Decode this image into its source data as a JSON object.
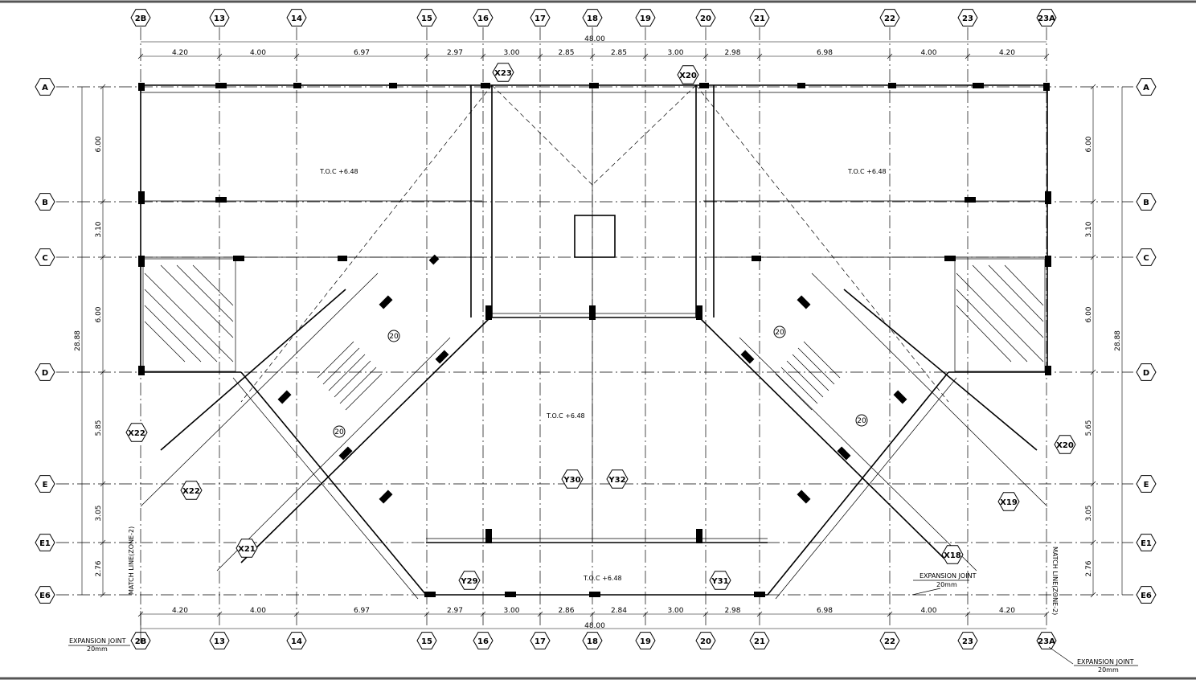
{
  "colors": {
    "line": "#000000",
    "background": "#ffffff",
    "frame": "#555555"
  },
  "grid_columns": [
    "2B",
    "13",
    "14",
    "15",
    "16",
    "17",
    "18",
    "19",
    "20",
    "21",
    "22",
    "23",
    "23A"
  ],
  "grid_rows": [
    "A",
    "B",
    "C",
    "D",
    "E",
    "E1",
    "E6"
  ],
  "dims_top": [
    "4.20",
    "4.00",
    "6.97",
    "2.97",
    "3.00",
    "2.85",
    "2.85",
    "3.00",
    "2.98",
    "6.98",
    "4.00",
    "4.20"
  ],
  "dims_bottom": [
    "4.20",
    "4.00",
    "6.97",
    "2.97",
    "3.00",
    "2.86",
    "2.84",
    "3.00",
    "2.98",
    "6.98",
    "4.00",
    "4.20"
  ],
  "overall_length": "48.00",
  "dims_left": [
    "6.00",
    "3.10",
    "6.00",
    "5.85",
    "3.05",
    "2.76"
  ],
  "dims_right": [
    "6.00",
    "3.10",
    "6.00",
    "5.65",
    "3.05",
    "2.76"
  ],
  "overall_height": "28.88",
  "markers": [
    "X23",
    "X20",
    "X22",
    "X22",
    "X21",
    "X20",
    "X19",
    "X18",
    "Y30",
    "Y32",
    "Y29",
    "Y31"
  ],
  "stair_label": "20",
  "level_note": "T.O.C +6.48",
  "expansion_joint": {
    "title": "EXPANSION JOINT",
    "size": "20mm"
  },
  "match_line": "MATCH LINE(ZONE-2)"
}
